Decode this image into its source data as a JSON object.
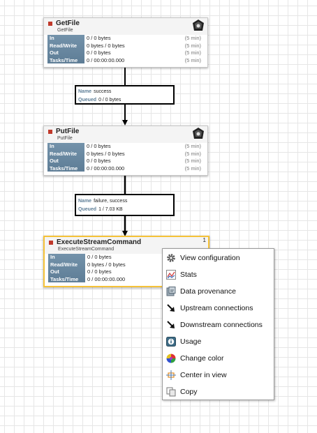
{
  "processors": [
    {
      "id": "getfile",
      "name": "GetFile",
      "type": "GetFile",
      "stats": [
        {
          "label": "In",
          "value": "0 / 0 bytes",
          "window": "(5 min)"
        },
        {
          "label": "Read/Write",
          "value": "0 bytes / 0 bytes",
          "window": "(5 min)"
        },
        {
          "label": "Out",
          "value": "0 / 0 bytes",
          "window": "(5 min)"
        },
        {
          "label": "Tasks/Time",
          "value": "0 / 00:00:00.000",
          "window": "(5 min)"
        }
      ]
    },
    {
      "id": "putfile",
      "name": "PutFile",
      "type": "PutFile",
      "stats": [
        {
          "label": "In",
          "value": "0 / 0 bytes",
          "window": "(5 min)"
        },
        {
          "label": "Read/Write",
          "value": "0 bytes / 0 bytes",
          "window": "(5 min)"
        },
        {
          "label": "Out",
          "value": "0 / 0 bytes",
          "window": "(5 min)"
        },
        {
          "label": "Tasks/Time",
          "value": "0 / 00:00:00.000",
          "window": "(5 min)"
        }
      ]
    },
    {
      "id": "executestreamcommand",
      "name": "ExecuteStreamCommand",
      "type": "ExecuteStreamCommand",
      "badge_count": "1",
      "stats": [
        {
          "label": "In",
          "value": "0 / 0 bytes",
          "window": ""
        },
        {
          "label": "Read/Write",
          "value": "0 bytes / 0 bytes",
          "window": ""
        },
        {
          "label": "Out",
          "value": "0 / 0 bytes",
          "window": ""
        },
        {
          "label": "Tasks/Time",
          "value": "0 / 00:00:00.000",
          "window": ""
        }
      ]
    }
  ],
  "connections": [
    {
      "name_label": "Name",
      "name_value": "success",
      "queued_label": "Queued",
      "queued_value": "0 / 0 bytes"
    },
    {
      "name_label": "Name",
      "name_value": "failure, success",
      "queued_label": "Queued",
      "queued_value": "1 / 7.03 KB"
    }
  ],
  "context_menu": {
    "items": [
      {
        "label": "View configuration",
        "icon": "gear-icon"
      },
      {
        "label": "Stats",
        "icon": "stats-chart-icon"
      },
      {
        "label": "Data provenance",
        "icon": "provenance-icon"
      },
      {
        "label": "Upstream connections",
        "icon": "arrow-upstream-icon"
      },
      {
        "label": "Downstream connections",
        "icon": "arrow-downstream-icon"
      },
      {
        "label": "Usage",
        "icon": "info-icon"
      },
      {
        "label": "Change color",
        "icon": "color-wheel-icon"
      },
      {
        "label": "Center in view",
        "icon": "center-target-icon"
      },
      {
        "label": "Copy",
        "icon": "copy-icon"
      }
    ]
  },
  "colors": {
    "stop_status": "#c0392b",
    "selection": "#f5c238",
    "stat_label_bg": "#6887a0"
  }
}
